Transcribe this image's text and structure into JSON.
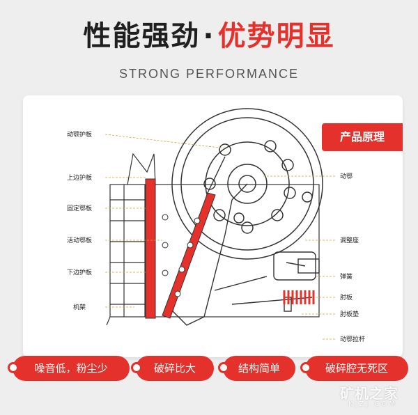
{
  "header": {
    "title_part1": "性能强劲",
    "separator": "·",
    "title_part2": "优势明显",
    "subtitle": "STRONG PERFORMANCE"
  },
  "badge": "产品原理",
  "diagram_labels": {
    "left": [
      "动颚护板",
      "上边护板",
      "固定鄂板",
      "活动鄂板",
      "下边护板",
      "机架"
    ],
    "right": [
      "动鄂",
      "调整座",
      "弹簧",
      "肘板",
      "肘板垫",
      "动鄂拉杆"
    ]
  },
  "features": [
    "噪音低，粉尘少",
    "破碎比大",
    "结构简单",
    "破碎腔无死区"
  ],
  "watermark": {
    "main": "矿机之家",
    "sub": "KJZJ.COM"
  },
  "colors": {
    "accent": "#e4312b",
    "title_dark": "#1f1f1f"
  }
}
